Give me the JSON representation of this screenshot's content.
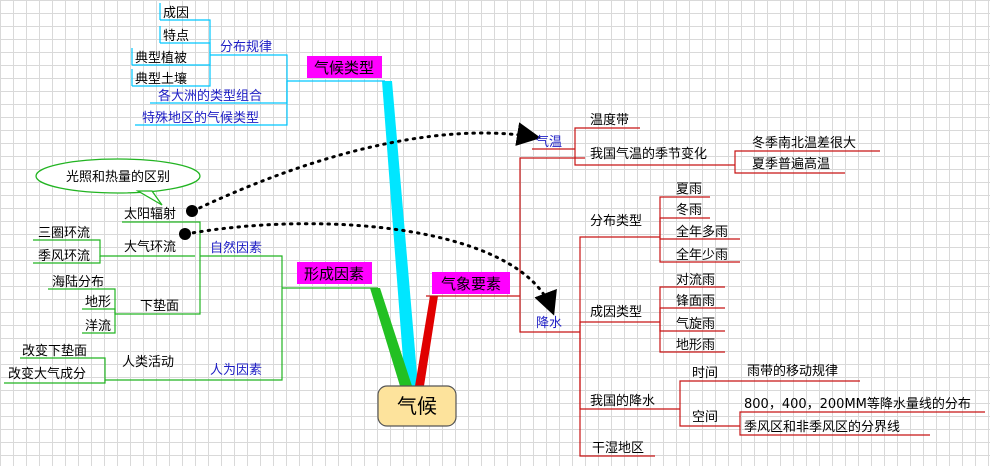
{
  "center": "气候",
  "climate_type": {
    "title": "气候类型",
    "distribution": "分布规律",
    "items": [
      "成因",
      "特点",
      "典型植被",
      "典型土壤"
    ],
    "continents": "各大洲的类型组合",
    "special": "特殊地区的气候类型"
  },
  "factors": {
    "title": "形成因素",
    "natural": "自然因素",
    "solar": "太阳辐射",
    "callout": "光照和热量的区别",
    "circulation": "大气环流",
    "circulation_items": [
      "三圈环流",
      "季风环流"
    ],
    "surface": "下垫面",
    "surface_items": [
      "海陆分布",
      "地形",
      "洋流"
    ],
    "human_factor": "人为因素",
    "human": "人类活动",
    "human_items": [
      "改变下垫面",
      "改变大气成分"
    ]
  },
  "elements": {
    "title": "气象要素",
    "temperature": {
      "label": "气温",
      "zones": "温度带",
      "seasonal": "我国气温的季节变化",
      "winter": "冬季南北温差很大",
      "summer": "夏季普遍高温"
    },
    "precipitation": {
      "label": "降水",
      "distribution_types": "分布类型",
      "dist_items": [
        "夏雨",
        "冬雨",
        "全年多雨",
        "全年少雨"
      ],
      "cause_types": "成因类型",
      "cause_items": [
        "对流雨",
        "锋面雨",
        "气旋雨",
        "地形雨"
      ],
      "china": "我国的降水",
      "time": "时间",
      "time_item": "雨带的移动规律",
      "space": "空间",
      "space_items": [
        "800，400，200MM等降水量线的分布",
        "季风区和非季风区的分界线"
      ],
      "dry_wet": "干湿地区"
    }
  },
  "colors": {
    "blue_branch": "#00e6ff",
    "green_branch": "#22c022",
    "red_branch": "#e00000",
    "magenta_label": "#ff00ff",
    "hub_fill": "#fde39c"
  }
}
